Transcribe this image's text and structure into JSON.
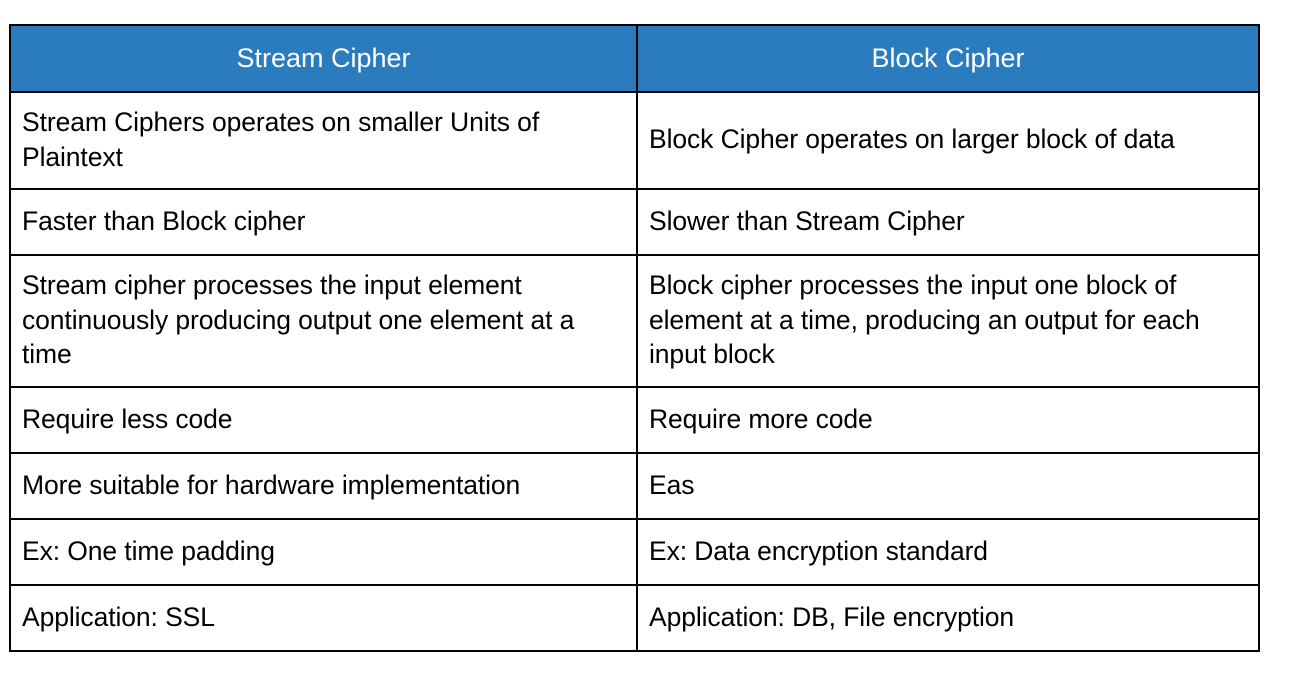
{
  "table": {
    "headers": [
      {
        "label": "Stream Cipher"
      },
      {
        "label": "Block Cipher"
      }
    ],
    "accent_color": "#2B7CBF",
    "header_text_color": "#FFFFFF",
    "border_color": "#000000",
    "rows": [
      {
        "height_class": "tall",
        "left": "Stream Ciphers operates on smaller Units of Plaintext",
        "right": "Block Cipher operates on larger block of data"
      },
      {
        "height_class": "short",
        "left": "Faster than Block cipher",
        "right": "Slower than Stream Cipher"
      },
      {
        "height_class": "xtall",
        "left": "Stream cipher processes the input element continuously producing output one element at a time",
        "right": "Block cipher processes the input one block of element at a time, producing an output for each input block"
      },
      {
        "height_class": "short",
        "left": "Require less code",
        "right": "Require more code"
      },
      {
        "height_class": "short",
        "left": "More suitable for hardware implementation",
        "right": "Eas"
      },
      {
        "height_class": "short",
        "left": "Ex: One time padding",
        "right": "Ex: Data encryption standard"
      },
      {
        "height_class": "short",
        "left": "Application: SSL",
        "right": "Application: DB, File encryption"
      }
    ]
  }
}
